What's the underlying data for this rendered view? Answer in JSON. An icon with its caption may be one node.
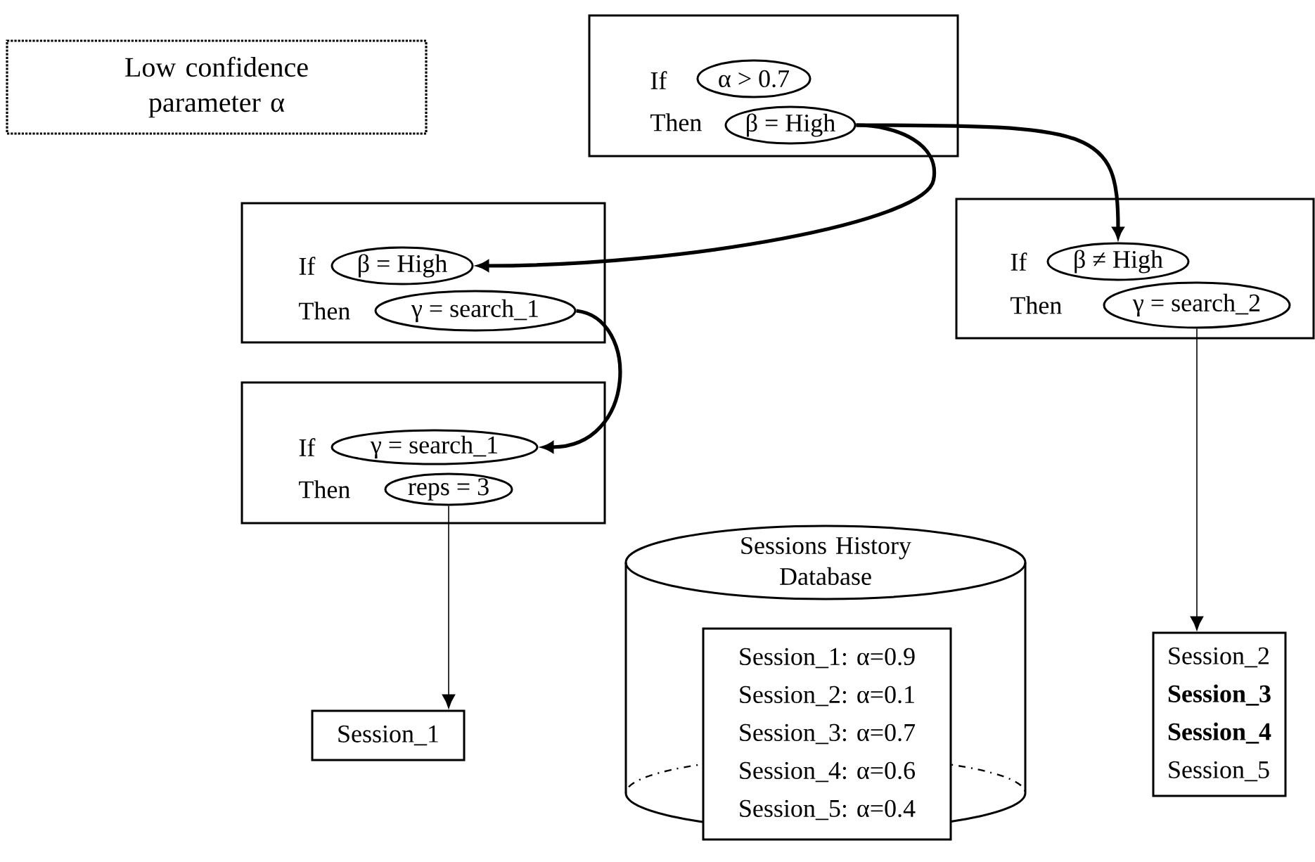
{
  "diagram": {
    "nodes": [
      {
        "text": [
          "Low confidence parameter α"
        ]
      },
      {
        "text": [
          "If",
          "Then"
        ]
      },
      {
        "text": [
          "α > 0.7"
        ],
        "in": 1
      },
      {
        "text": [
          "β = High"
        ],
        "in": 1
      },
      {
        "text": [
          "If",
          "Then"
        ]
      },
      {
        "text": [
          "β = High"
        ],
        "in": 4
      },
      {
        "text": [
          "γ = search_1"
        ],
        "in": 4
      },
      {
        "text": [
          "If",
          "Then"
        ]
      },
      {
        "text": [
          "γ = search_1"
        ],
        "in": 7
      },
      {
        "text": [
          "reps = 3"
        ],
        "in": 7
      },
      {
        "text": [
          "If",
          "Then"
        ]
      },
      {
        "text": [
          "β ≠ High"
        ],
        "in": 10
      },
      {
        "text": [
          "γ = search_2"
        ],
        "in": 10
      },
      {
        "text": [
          "Session_1"
        ]
      },
      {
        "text": [
          "Sessions History Database"
        ]
      },
      {
        "text": [
          "Session_1:  α=0.9",
          "Session_2:  α=0.1",
          "Session_3:  α=0.7",
          "Session_4:  α=0.6",
          "Session_5:  α=0.4"
        ],
        "in": 14
      },
      {
        "text": [
          "Session_2",
          "**Session_3**",
          "**Session_4**",
          "Session_5"
        ]
      }
    ],
    "edges": [
      {
        "from": 3,
        "to": 5,
        "arrow": "to"
      },
      {
        "from": 3,
        "to": 11,
        "arrow": "to"
      },
      {
        "from": 6,
        "to": 8,
        "arrow": "to"
      },
      {
        "from": 9,
        "to": 13,
        "arrow": "to"
      },
      {
        "from": 12,
        "to": 16,
        "arrow": "to"
      }
    ]
  }
}
